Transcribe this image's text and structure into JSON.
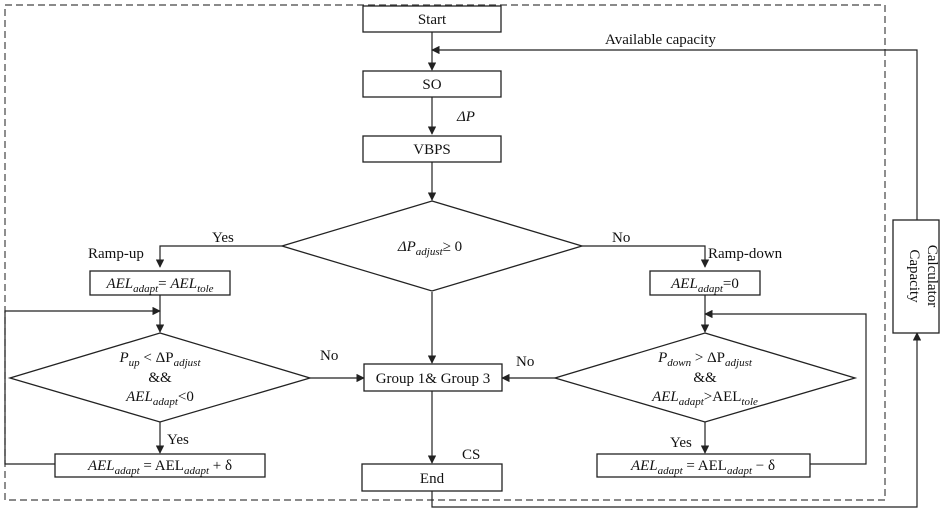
{
  "nodes": {
    "start": "Start",
    "so": "SO",
    "vbps": "VBPS",
    "decision_main": {
      "pre": "ΔP",
      "sub": "adjust",
      "post": "≥ 0"
    },
    "group": "Group 1& Group 3",
    "end": "End",
    "capacity_calculator": [
      "Capacity",
      "Calculator"
    ],
    "left_init": {
      "lhs": "AEL",
      "lhs_sub": "adapt",
      "op": "= ",
      "rhs": "AEL",
      "rhs_sub": "tole"
    },
    "right_init": {
      "lhs": "AEL",
      "lhs_sub": "adapt",
      "rest": "=0"
    },
    "left_decision": {
      "l1": {
        "a": "P",
        "a_sub": "up",
        "op": " < ΔP",
        "b_sub": "adjust"
      },
      "l2": "&&",
      "l3": {
        "a": "AEL",
        "a_sub": "adapt",
        "rest": "<0"
      }
    },
    "right_decision": {
      "l1": {
        "a": "P",
        "a_sub": "down",
        "op": " > ΔP",
        "b_sub": "adjust"
      },
      "l2": "&&",
      "l3": {
        "a": "AEL",
        "a_sub": "adapt",
        "op": ">AEL",
        "b_sub": "tole"
      }
    },
    "left_update": {
      "a": "AEL",
      "a_sub": "adapt",
      "op": " = AEL",
      "b_sub": "adapt",
      "rest": " + δ"
    },
    "right_update": {
      "a": "AEL",
      "a_sub": "adapt",
      "op": " = AEL",
      "b_sub": "adapt",
      "rest": " − δ"
    }
  },
  "edge_labels": {
    "available_capacity": "Available capacity",
    "delta_p": "ΔP",
    "yes_left": "Yes",
    "no_right": "No",
    "ramp_up": "Ramp-up",
    "ramp_down": "Ramp-down",
    "no_left_decision": "No",
    "no_right_decision": "No",
    "yes_left_decision": "Yes",
    "yes_right_decision": "Yes",
    "cs": "CS"
  }
}
